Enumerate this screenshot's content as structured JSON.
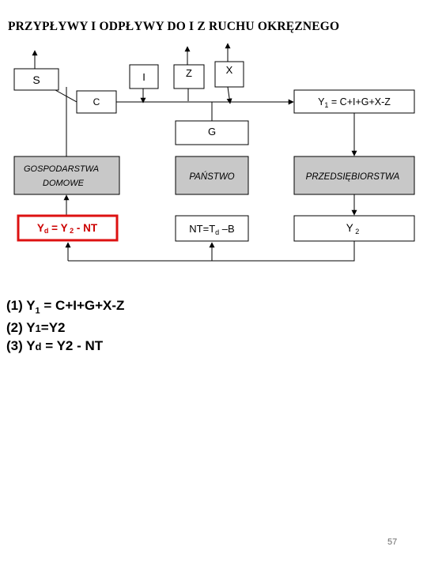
{
  "title": "PRZYPŁYWY I ODPŁYWY DO I Z RUCHU OKRĘZNEGO",
  "diagram": {
    "boxes": {
      "s": "S",
      "c": "C",
      "i": "I",
      "z": "Z",
      "x": "X",
      "g": "G",
      "y1": {
        "main": "Y",
        "sub": "1",
        "rest": " = C+I+G+X-Z"
      },
      "households": {
        "line1": "GOSPODARSTWA",
        "line2": "DOMOWE"
      },
      "state": "PAŃSTWO",
      "firms": "PRZEDSIĘBIORSTWA",
      "yd": {
        "main": "Y",
        "sub": "d",
        "mid": " = Y",
        "sub2": " 2",
        "rest": " - NT"
      },
      "nt": {
        "pre": "NT=T",
        "sub": "d",
        "rest": " –B"
      },
      "y2": {
        "main": "Y",
        "sub": " 2"
      }
    },
    "colors": {
      "gray_fill": "#c8c8c8",
      "highlight_border": "#dd1111",
      "highlight_text": "#cc0000"
    }
  },
  "equations": [
    {
      "num": "(1) ",
      "y": "Y",
      "sub": "1",
      "rest": " = C+I+G+X-Z"
    },
    {
      "num": "(2) ",
      "y": "Y",
      "sub": "1",
      "rest": "=Y2"
    },
    {
      "num": "(3) ",
      "y": "Y",
      "sub": "d",
      "rest": " = Y2 - NT"
    }
  ],
  "page_number": "57"
}
